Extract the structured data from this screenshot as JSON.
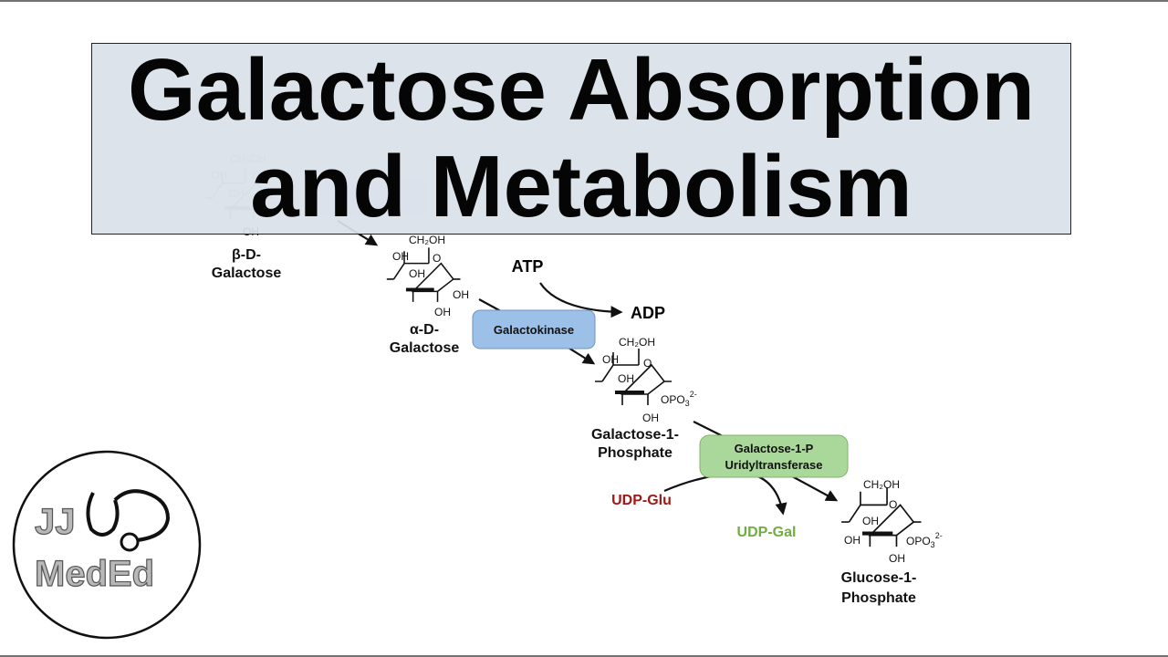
{
  "title": {
    "line1": "Galactose Absorption",
    "line2": "and Metabolism"
  },
  "molecules": {
    "beta_d_galactose": {
      "name_line1": "β-D-",
      "name_line2": "Galactose"
    },
    "alpha_d_galactose": {
      "name_line1": "α-D-",
      "name_line2": "Galactose"
    },
    "galactose_1_phosphate": {
      "name_line1": "Galactose-1-",
      "name_line2": "Phosphate"
    },
    "glucose_1_phosphate": {
      "name_line1": "Glucose-1-",
      "name_line2": "Phosphate"
    }
  },
  "groups": {
    "ch2oh": "CH₂OH",
    "oh": "OH",
    "ring_o": "O",
    "phosphate": "OPO",
    "phosphate_sub": "3",
    "phosphate_charge": "2-"
  },
  "enzymes": {
    "galactokinase": {
      "label": "Galactokinase",
      "color": "#9dc0e8"
    },
    "uridyltransferase": {
      "label_line1": "Galactose-1-P",
      "label_line2": "Uridyltransferase",
      "color": "#a9d89a"
    }
  },
  "cofactors": {
    "atp": {
      "label": "ATP",
      "color": "#111111"
    },
    "adp": {
      "label": "ADP",
      "color": "#111111"
    },
    "udp_glu": {
      "label": "UDP-Glu",
      "color": "#a01818"
    },
    "udp_gal": {
      "label": "UDP-Gal",
      "color": "#6fae3f"
    }
  },
  "logo": {
    "text_line1": "JJ",
    "text_line2": "MedEd"
  }
}
